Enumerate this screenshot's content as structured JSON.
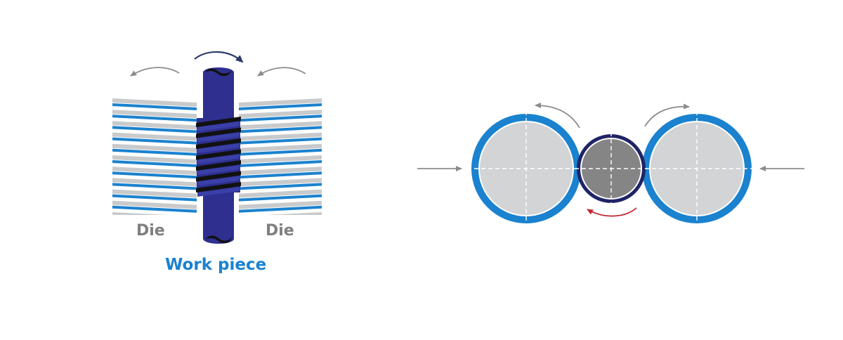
{
  "labels": {
    "die_left": "Die",
    "die_right": "Die",
    "work_piece": "Work piece"
  },
  "colors": {
    "die_blue": "#1a82cf",
    "die_gray": "#c9cacc",
    "workpiece_navy": "#2e2f8f",
    "workpiece_dark": "#1f2466",
    "thread_black": "#111111",
    "roller_fill": "#d3d4d6",
    "roller_rim": "#1a82cf",
    "center_fill": "#858585",
    "arrow_gray": "#8c8c8c",
    "arrow_red": "#c0282f",
    "arrow_navy": "#2b3a6b",
    "label_gray": "#7f7f7f",
    "label_blue": "#1a82cf"
  },
  "icons": {
    "rotation_left": "curved-arrow-icon",
    "rotation_right": "curved-arrow-icon",
    "workpiece_rotation": "curved-arrow-icon",
    "feed_left": "arrow-right-icon",
    "feed_right": "arrow-left-icon",
    "center_rotation": "curved-arrow-icon"
  }
}
